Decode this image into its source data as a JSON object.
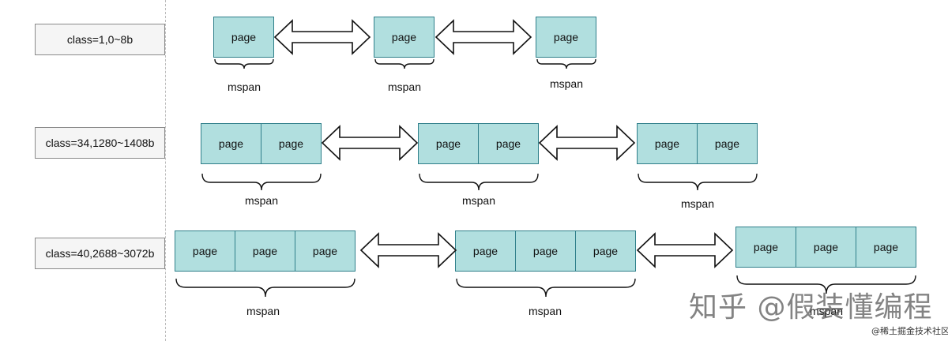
{
  "rows": [
    {
      "class_label": "class=1,0~8b",
      "spans": [
        {
          "pages": [
            "page"
          ],
          "label": "mspan"
        },
        {
          "pages": [
            "page"
          ],
          "label": "mspan"
        },
        {
          "pages": [
            "page"
          ],
          "label": "mspan"
        }
      ]
    },
    {
      "class_label": "class=34,1280~1408b",
      "spans": [
        {
          "pages": [
            "page",
            "page"
          ],
          "label": "mspan"
        },
        {
          "pages": [
            "page",
            "page"
          ],
          "label": "mspan"
        },
        {
          "pages": [
            "page",
            "page"
          ],
          "label": "mspan"
        }
      ]
    },
    {
      "class_label": "class=40,2688~3072b",
      "spans": [
        {
          "pages": [
            "page",
            "page",
            "page"
          ],
          "label": "mspan"
        },
        {
          "pages": [
            "page",
            "page",
            "page"
          ],
          "label": "mspan"
        },
        {
          "pages": [
            "page",
            "page",
            "page"
          ],
          "label": "mspan"
        }
      ]
    }
  ],
  "watermark": "知乎 @假装懂编程",
  "site_mark": "@稀土掘金技术社区",
  "colors": {
    "page_fill": "#b1dfdf",
    "page_border": "#2f7f8a",
    "box_fill": "#f5f5f5"
  }
}
